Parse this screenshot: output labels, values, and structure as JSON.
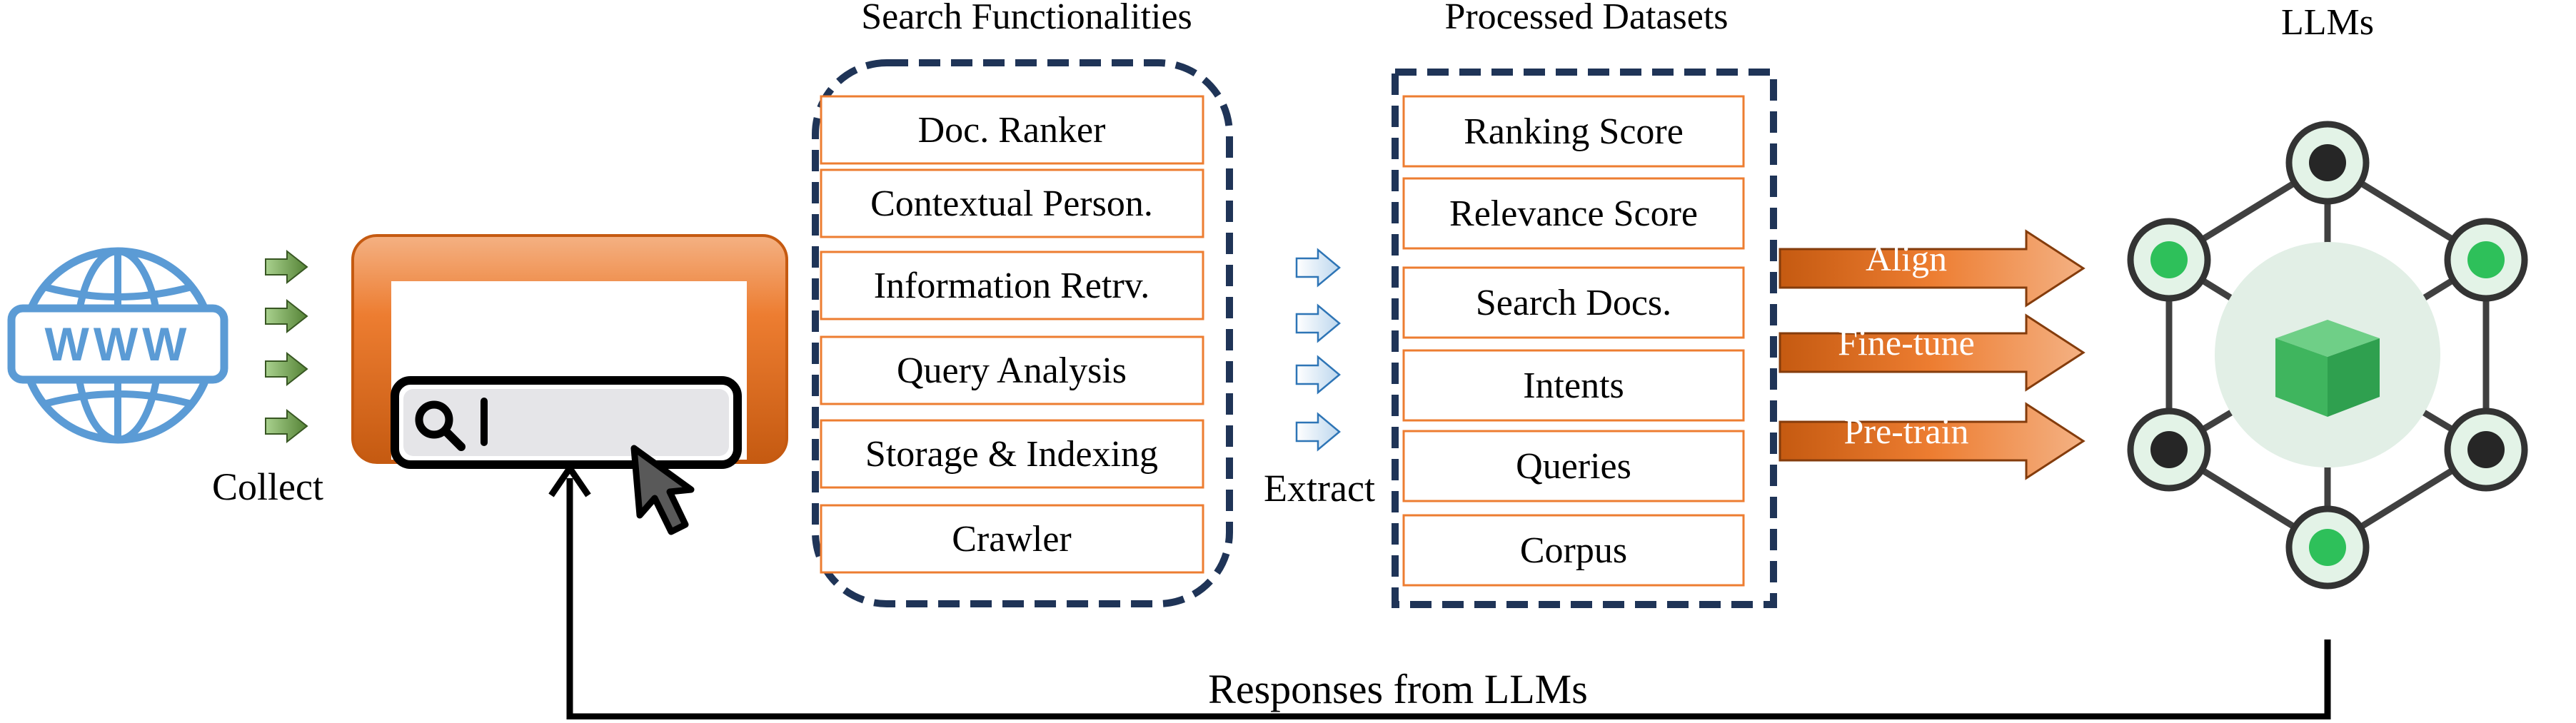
{
  "labels": {
    "collect": "Collect",
    "extract": "Extract",
    "responses": "Responses from LLMs"
  },
  "search_functionalities": {
    "title": "Search Functionalities",
    "items": [
      "Doc. Ranker",
      "Contextual Person.",
      "Information  Retrv.",
      "Query Analysis",
      "Storage & Indexing",
      "Crawler"
    ]
  },
  "processed_datasets": {
    "title": "Processed Datasets",
    "items": [
      "Ranking Score",
      "Relevance Score",
      "Search Docs.",
      "Intents",
      "Queries",
      "Corpus"
    ]
  },
  "llm_arrows": [
    "Align",
    "Fine-tune",
    "Pre-train"
  ],
  "llms": {
    "title": "LLMs"
  },
  "www_icon": {
    "text": "WWW"
  },
  "colors": {
    "navy": "#1f3457",
    "orange": "#ed7d31",
    "orange_dark": "#c55a11",
    "green": "#5aa02c",
    "node_green": "#2ec05a",
    "cube_green": "#3cb85c",
    "globe_blue": "#5b9bd5",
    "light_blue_arrow": "#ddebf7"
  }
}
